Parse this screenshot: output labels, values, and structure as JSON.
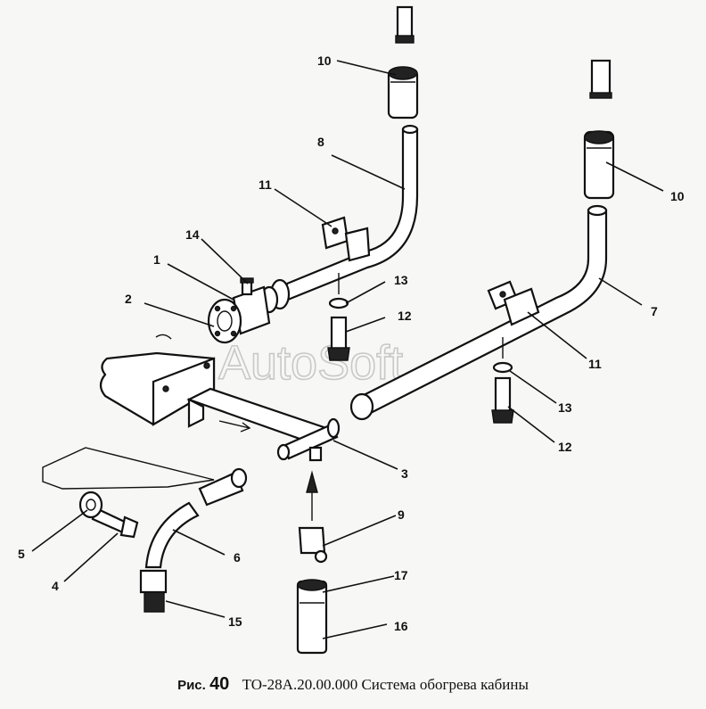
{
  "figure": {
    "caption_prefix": "Рис.",
    "caption_number": "40",
    "caption_text": "ТО-28А.20.00.000 Система обогрева кабины",
    "watermark": "AutoSoft"
  },
  "callouts": {
    "c1": "1",
    "c2": "2",
    "c3": "3",
    "c4": "4",
    "c5": "5",
    "c6": "6",
    "c7": "7",
    "c8": "8",
    "c9": "9",
    "c10a": "10",
    "c10b": "10",
    "c11a": "11",
    "c11b": "11",
    "c12a": "12",
    "c12b": "12",
    "c13a": "13",
    "c13b": "13",
    "c14": "14",
    "c15": "15",
    "c16": "16",
    "c17": "17"
  }
}
